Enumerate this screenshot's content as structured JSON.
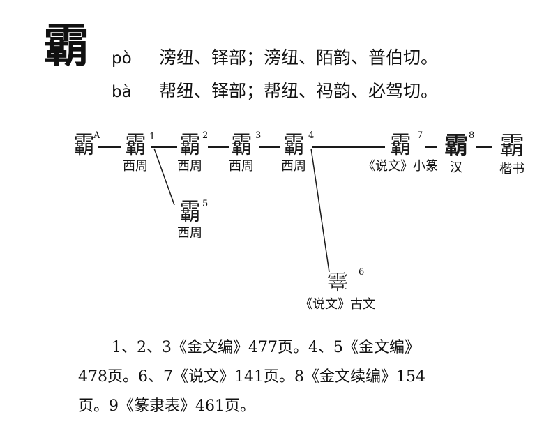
{
  "head_character": "霸",
  "readings": [
    {
      "pinyin": "pò",
      "text": "滂纽、铎部；滂纽、陌韵、普伯切。"
    },
    {
      "pinyin": "bà",
      "text": "帮纽、铎部；帮纽、祃韵、必驾切。"
    }
  ],
  "forms": [
    {
      "glyph": "霸",
      "number": "A",
      "era": ""
    },
    {
      "glyph": "霸",
      "number": "1",
      "era": "西周"
    },
    {
      "glyph": "霸",
      "number": "2",
      "era": "西周"
    },
    {
      "glyph": "霸",
      "number": "3",
      "era": "西周"
    },
    {
      "glyph": "霸",
      "number": "4",
      "era": "西周"
    },
    {
      "glyph": "霸",
      "number": "5",
      "era": "西周"
    },
    {
      "glyph": "𩅈",
      "number": "6",
      "era": "《说文》古文"
    },
    {
      "glyph": "霸",
      "number": "7",
      "era": "《说文》小篆"
    },
    {
      "glyph": "霸",
      "number": "8",
      "era": "汉"
    },
    {
      "glyph": "霸",
      "number": "",
      "era": "楷书"
    }
  ],
  "notes": [
    "1、2、3《金文编》477页。4、5《金文编》",
    "478页。6、7《说文》141页。8《金文续编》154",
    "页。9《篆隶表》461页。"
  ]
}
